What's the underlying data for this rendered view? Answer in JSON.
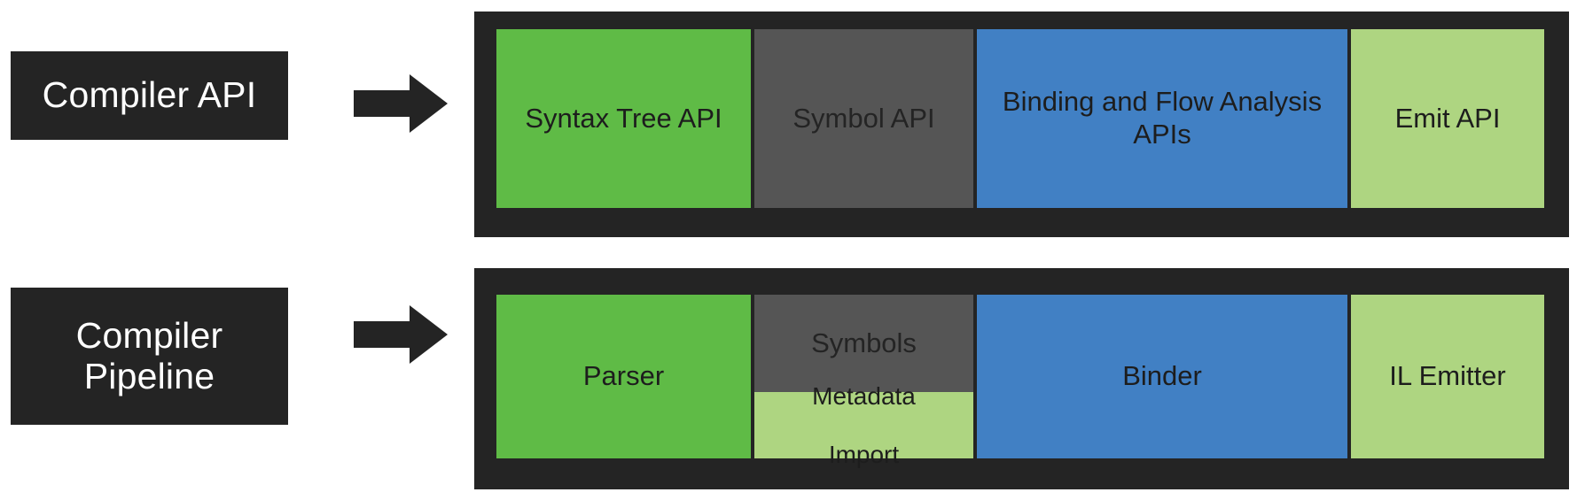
{
  "diagram": {
    "rows": [
      {
        "id": "compiler-api",
        "label": "Compiler API",
        "arrow": "right-arrow-icon",
        "cells": [
          {
            "id": "syntax-tree-api",
            "label": "Syntax Tree API",
            "color": "#5fbb46"
          },
          {
            "id": "symbol-api",
            "label": "Symbol API",
            "color": "#555555"
          },
          {
            "id": "binding-and-flow-analysis-apis",
            "label": "Binding and Flow Analysis APIs",
            "color": "#4180c4"
          },
          {
            "id": "emit-api",
            "label": "Emit API",
            "color": "#aed581"
          }
        ]
      },
      {
        "id": "compiler-pipeline",
        "label_line1": "Compiler",
        "label_line2": "Pipeline",
        "arrow": "right-arrow-icon",
        "cells": [
          {
            "id": "parser",
            "label": "Parser",
            "color": "#5fbb46"
          },
          {
            "id": "symbols",
            "label": "Symbols",
            "color": "#555555"
          },
          {
            "id": "metadata-import-line1",
            "label": "Metadata",
            "color": "#aed581"
          },
          {
            "id": "metadata-import-line2",
            "label": "Import",
            "color": "#aed581"
          },
          {
            "id": "binder",
            "label": "Binder",
            "color": "#4180c4"
          },
          {
            "id": "il-emitter",
            "label": "IL Emitter",
            "color": "#aed581"
          }
        ]
      }
    ],
    "colors": {
      "background": "#ffffff",
      "dark": "#242424",
      "green": "#5fbb46",
      "gray": "#555555",
      "blue": "#4180c4",
      "light_green": "#aed581",
      "label_text": "#ffffff",
      "cell_text": "#1d1d1d"
    }
  }
}
